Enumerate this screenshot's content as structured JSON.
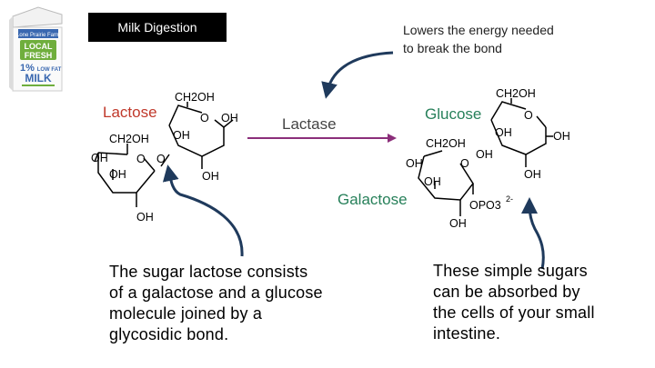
{
  "title": "Milk Digestion",
  "enzyme_note": {
    "line1": "Lowers the energy needed",
    "line2": "to break the bond"
  },
  "labels": {
    "lactose": "Lactose",
    "lactase": "Lactase",
    "glucose": "Glucose",
    "galactose": "Galactose"
  },
  "captions": {
    "lactose": [
      "The sugar lactose consists",
      "of a galactose and a glucose",
      "molecule joined by a",
      "glycosidic bond."
    ],
    "simple_sugars": [
      "These simple sugars",
      "can be absorbed by",
      "the cells of your small",
      "intestine."
    ]
  },
  "milk_carton": {
    "brand": "Lone Prairie Farm",
    "line1": "LOCAL",
    "line2": "FRESH",
    "percent": "1%",
    "low_fat": "LOW FAT",
    "milk": "MILK"
  },
  "atoms": {
    "ch2oh": "CH2OH",
    "oh": "OH",
    "o": "O",
    "opo3": "OPO3",
    "charge": "2-"
  },
  "colors": {
    "lactose_label": "#c0392b",
    "glucose_label": "#27805a",
    "galactose_label": "#27805a",
    "reaction_arrow": "#8b2e7a",
    "pointer_arrow": "#1f3a5c",
    "carton_blue": "#3a68b0",
    "carton_green": "#6fae3c"
  },
  "icons": [
    "milk-carton-icon",
    "reaction-arrow-icon",
    "curved-pointer-arrow-icon"
  ]
}
